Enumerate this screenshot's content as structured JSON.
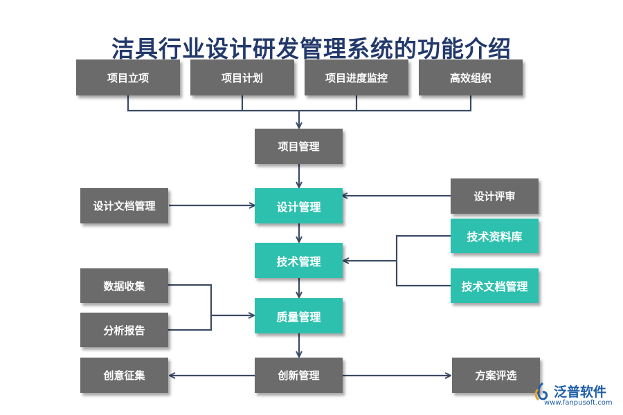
{
  "title": "洁具行业设计研发管理系统的功能介绍",
  "nodes": {
    "xmlx": "项目立项",
    "xmjh": "项目计划",
    "xmjdjk": "项目进度监控",
    "gxzz": "高效组织",
    "xmgl": "项目管理",
    "sjwdgl": "设计文档管理",
    "sjgl": "设计管理",
    "sjps": "设计评审",
    "jszlk": "技术资料库",
    "jsgl": "技术管理",
    "jswdgl": "技术文档管理",
    "sjsj": "数据收集",
    "fxbg": "分析报告",
    "zlgl": "质量管理",
    "cyzj": "创意征集",
    "cxgl": "创新管理",
    "fapx": "方案评选"
  },
  "colors": {
    "title": "#23396b",
    "gray_box": "#6b6b6b",
    "teal_box": "#2ec0ae",
    "connector": "#3b4a63"
  },
  "logo": {
    "name": "泛普软件",
    "url": "www.fanpusoft.com"
  }
}
